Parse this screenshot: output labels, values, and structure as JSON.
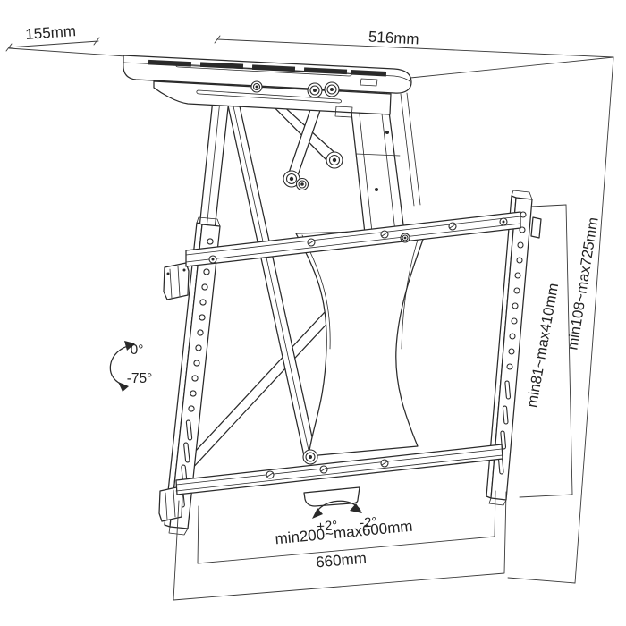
{
  "colors": {
    "background": "#ffffff",
    "line": "#2a2a2a",
    "text": "#222222"
  },
  "annotations": {
    "top": {
      "plate_depth": "155mm",
      "plate_width": "516mm"
    },
    "right": {
      "drop_inner": "min81~max410mm",
      "drop_outer": "min108~max725mm"
    },
    "bottom": {
      "mount_width_range": "min200~max600mm",
      "overall_width": "660mm"
    },
    "angles": {
      "fold_min": "0°",
      "fold_max": "-75°",
      "tilt_plus": "+2°",
      "tilt_minus": "-2°"
    }
  }
}
